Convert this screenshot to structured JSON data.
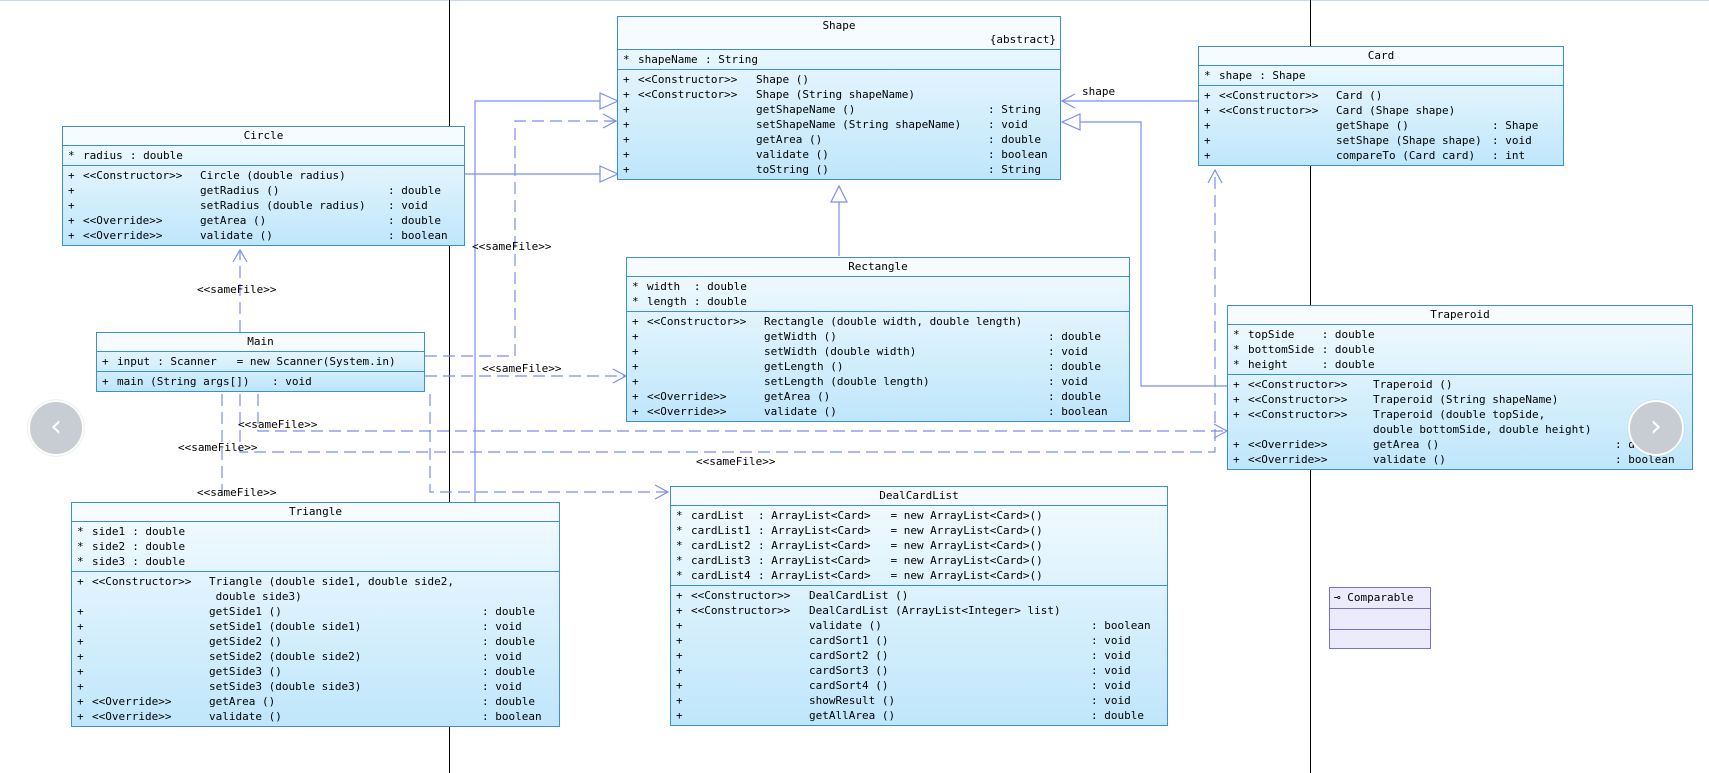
{
  "labels": {
    "sameFile": "<<sameFile>>",
    "shape_assoc": "shape"
  },
  "interface": {
    "name": "Comparable"
  },
  "nav": {
    "prev_glyph": "‹",
    "next_glyph": "›"
  },
  "colors": {
    "border": "#3a8fd8",
    "link": "#7b8df0",
    "fill_top": "#f4fbff",
    "fill_bottom": "#bfe6fb"
  },
  "classes": {
    "shape": {
      "name": "Shape",
      "stereotype": "{abstract}",
      "attrs": [
        {
          "v": "*",
          "n": "shapeName",
          "t": ": String"
        }
      ],
      "ops": [
        {
          "v": "+",
          "mod": "<<Constructor>>",
          "sig": "Shape ()",
          "ret": ""
        },
        {
          "v": "+",
          "mod": "<<Constructor>>",
          "sig": "Shape (String shapeName)",
          "ret": ""
        },
        {
          "v": "+",
          "mod": "",
          "sig": "getShapeName ()",
          "ret": ": String"
        },
        {
          "v": "+",
          "mod": "",
          "sig": "setShapeName (String shapeName)",
          "ret": ": void"
        },
        {
          "v": "+",
          "mod": "",
          "sig": "getArea ()",
          "ret": ": double"
        },
        {
          "v": "+",
          "mod": "",
          "sig": "validate ()",
          "ret": ": boolean"
        },
        {
          "v": "+",
          "mod": "",
          "sig": "toString ()",
          "ret": ": String"
        }
      ]
    },
    "card": {
      "name": "Card",
      "attrs": [
        {
          "v": "*",
          "n": "shape",
          "t": ": Shape"
        }
      ],
      "ops": [
        {
          "v": "+",
          "mod": "<<Constructor>>",
          "sig": "Card ()",
          "ret": ""
        },
        {
          "v": "+",
          "mod": "<<Constructor>>",
          "sig": "Card (Shape shape)",
          "ret": ""
        },
        {
          "v": "+",
          "mod": "",
          "sig": "getShape ()",
          "ret": ": Shape"
        },
        {
          "v": "+",
          "mod": "",
          "sig": "setShape (Shape shape)",
          "ret": ": void"
        },
        {
          "v": "+",
          "mod": "",
          "sig": "compareTo (Card card)",
          "ret": ": int"
        }
      ]
    },
    "circle": {
      "name": "Circle",
      "attrs": [
        {
          "v": "*",
          "n": "radius",
          "t": ": double"
        }
      ],
      "ops": [
        {
          "v": "+",
          "mod": "<<Constructor>>",
          "sig": "Circle (double radius)",
          "ret": ""
        },
        {
          "v": "+",
          "mod": "",
          "sig": "getRadius ()",
          "ret": ": double"
        },
        {
          "v": "+",
          "mod": "",
          "sig": "setRadius (double radius)",
          "ret": ": void"
        },
        {
          "v": "+",
          "mod": "<<Override>>",
          "sig": "getArea ()",
          "ret": ": double"
        },
        {
          "v": "+",
          "mod": "<<Override>>",
          "sig": "validate ()",
          "ret": ": boolean"
        }
      ]
    },
    "main": {
      "name": "Main",
      "attrs": [
        {
          "v": "+",
          "n": "input",
          "t": ": Scanner   = new Scanner(System.in)"
        }
      ],
      "ops": [
        {
          "v": "+",
          "mod": "",
          "sig": "main (String args[])",
          "ret": ": void"
        }
      ]
    },
    "rectangle": {
      "name": "Rectangle",
      "attrs": [
        {
          "v": "*",
          "n": "width ",
          "t": ": double"
        },
        {
          "v": "*",
          "n": "length",
          "t": ": double"
        }
      ],
      "ops": [
        {
          "v": "+",
          "mod": "<<Constructor>>",
          "sig": "Rectangle (double width, double length)",
          "ret": ""
        },
        {
          "v": "+",
          "mod": "",
          "sig": "getWidth ()",
          "ret": ": double"
        },
        {
          "v": "+",
          "mod": "",
          "sig": "setWidth (double width)",
          "ret": ": void"
        },
        {
          "v": "+",
          "mod": "",
          "sig": "getLength ()",
          "ret": ": double"
        },
        {
          "v": "+",
          "mod": "",
          "sig": "setLength (double length)",
          "ret": ": void"
        },
        {
          "v": "+",
          "mod": "<<Override>>",
          "sig": "getArea ()",
          "ret": ": double"
        },
        {
          "v": "+",
          "mod": "<<Override>>",
          "sig": "validate ()",
          "ret": ": boolean"
        }
      ]
    },
    "traperoid": {
      "name": "Traperoid",
      "attrs": [
        {
          "v": "*",
          "n": "topSide   ",
          "t": ": double"
        },
        {
          "v": "*",
          "n": "bottomSide",
          "t": ": double"
        },
        {
          "v": "*",
          "n": "height    ",
          "t": ": double"
        }
      ],
      "ops": [
        {
          "v": "+",
          "mod": "<<Constructor>>",
          "sig": "Traperoid ()",
          "ret": ""
        },
        {
          "v": "+",
          "mod": "<<Constructor>>",
          "sig": "Traperoid (String shapeName)",
          "ret": ""
        },
        {
          "v": "+",
          "mod": "<<Constructor>>",
          "sig": "Traperoid (double topSide,",
          "ret": ""
        },
        {
          "v": "",
          "mod": "",
          "sig": "double bottomSide, double height)",
          "ret": ""
        },
        {
          "v": "+",
          "mod": "<<Override>>",
          "sig": "getArea ()",
          "ret": ": double"
        },
        {
          "v": "+",
          "mod": "<<Override>>",
          "sig": "validate ()",
          "ret": ": boolean"
        }
      ]
    },
    "triangle": {
      "name": "Triangle",
      "attrs": [
        {
          "v": "*",
          "n": "side1",
          "t": ": double"
        },
        {
          "v": "*",
          "n": "side2",
          "t": ": double"
        },
        {
          "v": "*",
          "n": "side3",
          "t": ": double"
        }
      ],
      "ops": [
        {
          "v": "+",
          "mod": "<<Constructor>>",
          "sig": "Triangle (double side1, double side2,",
          "ret": ""
        },
        {
          "v": "",
          "mod": "",
          "sig": " double side3)",
          "ret": ""
        },
        {
          "v": "+",
          "mod": "",
          "sig": "getSide1 ()",
          "ret": ": double"
        },
        {
          "v": "+",
          "mod": "",
          "sig": "setSide1 (double side1)",
          "ret": ": void"
        },
        {
          "v": "+",
          "mod": "",
          "sig": "getSide2 ()",
          "ret": ": double"
        },
        {
          "v": "+",
          "mod": "",
          "sig": "setSide2 (double side2)",
          "ret": ": void"
        },
        {
          "v": "+",
          "mod": "",
          "sig": "getSide3 ()",
          "ret": ": double"
        },
        {
          "v": "+",
          "mod": "",
          "sig": "setSide3 (double side3)",
          "ret": ": void"
        },
        {
          "v": "+",
          "mod": "<<Override>>",
          "sig": "getArea ()",
          "ret": ": double"
        },
        {
          "v": "+",
          "mod": "<<Override>>",
          "sig": "validate ()",
          "ret": ": boolean"
        }
      ]
    },
    "dealcardlist": {
      "name": "DealCardList",
      "attrs": [
        {
          "v": "*",
          "n": "cardList ",
          "t": ": ArrayList<Card>   = new ArrayList<Card>()"
        },
        {
          "v": "*",
          "n": "cardList1",
          "t": ": ArrayList<Card>   = new ArrayList<Card>()"
        },
        {
          "v": "*",
          "n": "cardList2",
          "t": ": ArrayList<Card>   = new ArrayList<Card>()"
        },
        {
          "v": "*",
          "n": "cardList3",
          "t": ": ArrayList<Card>   = new ArrayList<Card>()"
        },
        {
          "v": "*",
          "n": "cardList4",
          "t": ": ArrayList<Card>   = new ArrayList<Card>()"
        }
      ],
      "ops": [
        {
          "v": "+",
          "mod": "<<Constructor>>",
          "sig": "DealCardList ()",
          "ret": ""
        },
        {
          "v": "+",
          "mod": "<<Constructor>>",
          "sig": "DealCardList (ArrayList<Integer> list)",
          "ret": ""
        },
        {
          "v": "+",
          "mod": "",
          "sig": "validate ()",
          "ret": ": boolean"
        },
        {
          "v": "+",
          "mod": "",
          "sig": "cardSort1 ()",
          "ret": ": void"
        },
        {
          "v": "+",
          "mod": "",
          "sig": "cardSort2 ()",
          "ret": ": void"
        },
        {
          "v": "+",
          "mod": "",
          "sig": "cardSort3 ()",
          "ret": ": void"
        },
        {
          "v": "+",
          "mod": "",
          "sig": "cardSort4 ()",
          "ret": ": void"
        },
        {
          "v": "+",
          "mod": "",
          "sig": "showResult ()",
          "ret": ": void"
        },
        {
          "v": "+",
          "mod": "",
          "sig": "getAllArea ()",
          "ret": ": double"
        }
      ]
    }
  }
}
